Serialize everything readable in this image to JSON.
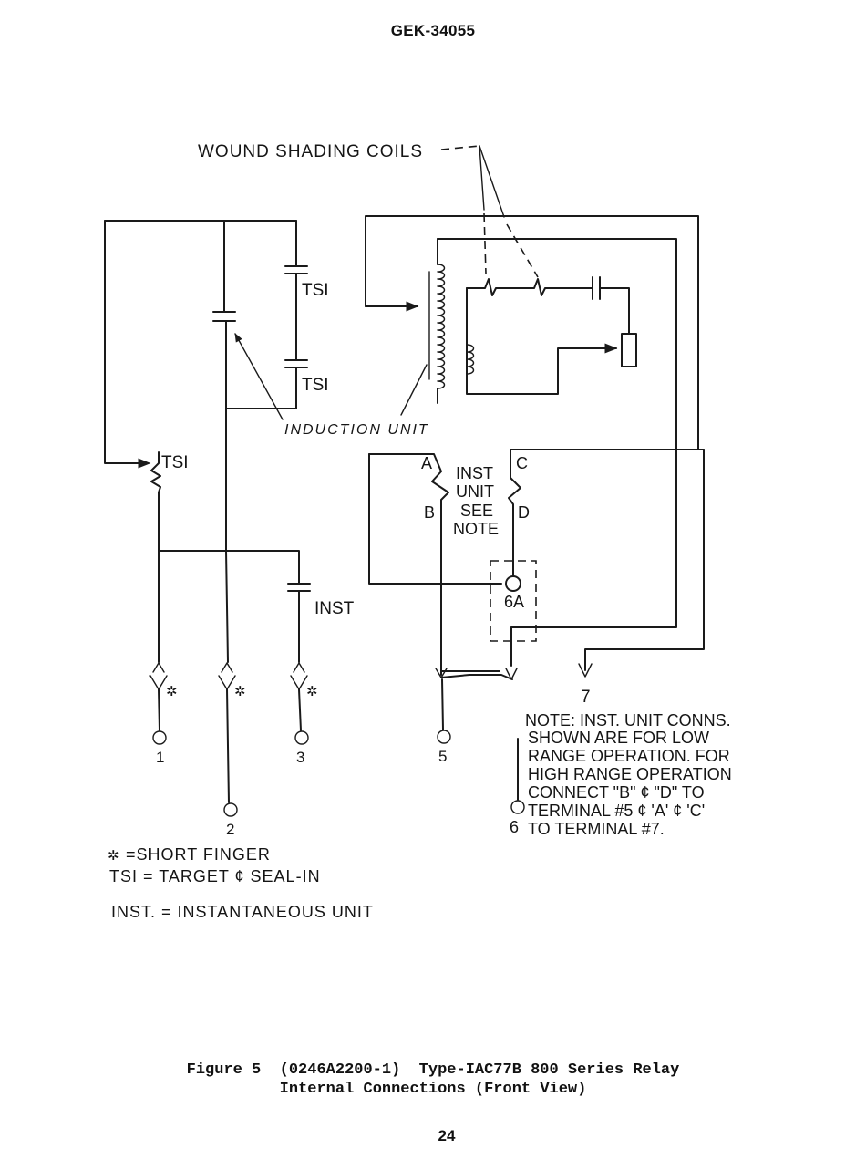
{
  "header": {
    "doc_number": "GEK-34055"
  },
  "diagram": {
    "label_shading_coils": "WOUND SHADING COILS",
    "label_induction_unit": "INDUCTION UNIT",
    "label_tsi": "TSI",
    "label_inst": "INST",
    "inst_unit_label": [
      "INST",
      "UNIT",
      "SEE",
      "NOTE"
    ],
    "inst_unit_terminals": {
      "a": "A",
      "b": "B",
      "c": "C",
      "d": "D"
    },
    "terminals": {
      "t1": "1",
      "t2": "2",
      "t3": "3",
      "t5": "5",
      "t6a": "6A",
      "t6": "6",
      "t7": "7"
    },
    "note_lines": [
      "NOTE: INST. UNIT CONNS.",
      "SHOWN ARE FOR LOW",
      "RANGE OPERATION. FOR",
      "HIGH RANGE OPERATION",
      "CONNECT \"B\" ¢ \"D\" TO",
      "TERMINAL #5 ¢ 'A' ¢ 'C'",
      "TO TERMINAL #7."
    ],
    "legend": {
      "short_finger": "=SHORT FINGER",
      "tsi": "TSI = TARGET ¢ SEAL-IN",
      "inst": "INST. = INSTANTANEOUS UNIT"
    }
  },
  "caption": {
    "line1": "Figure 5  (0246A2200-1)  Type-IAC77B 800 Series Relay",
    "line2": "Internal Connections (Front View)"
  },
  "page_number": "24"
}
